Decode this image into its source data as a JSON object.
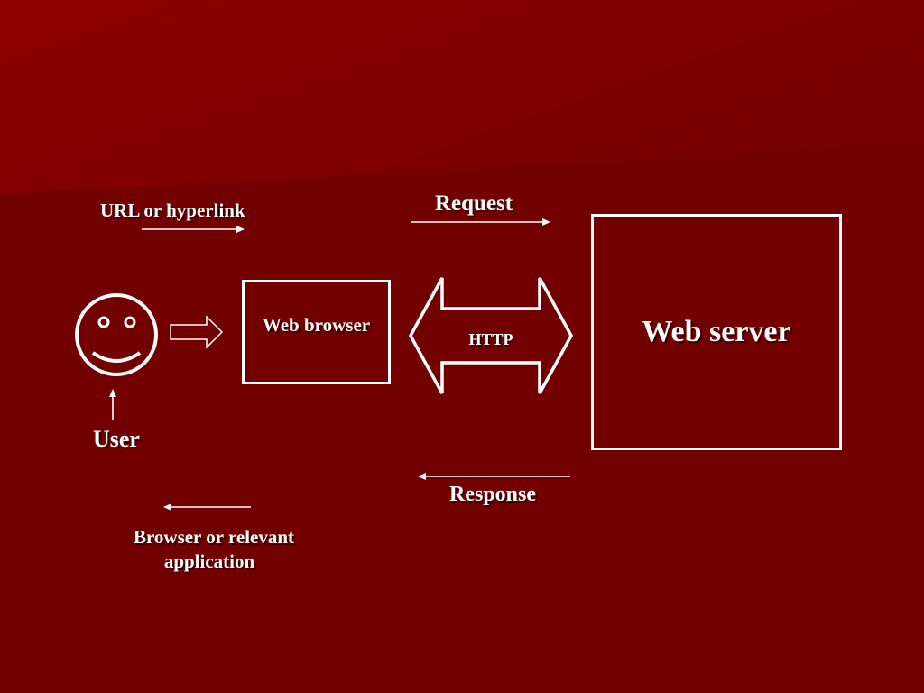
{
  "colors": {
    "background": "#730000",
    "background_light": "#8c0000",
    "foreground": "#ffffff"
  },
  "labels": {
    "url_or_hyperlink": "URL or hyperlink",
    "request": "Request",
    "web_browser": "Web browser",
    "http": "HTTP",
    "web_server": "Web server",
    "user": "User",
    "response": "Response",
    "browser_app_line1": "Browser or relevant",
    "browser_app_line2": "application"
  },
  "icons": {
    "user": "smiley-face-icon",
    "to_browser": "block-arrow-right-icon",
    "http": "double-headed-block-arrow-icon"
  }
}
